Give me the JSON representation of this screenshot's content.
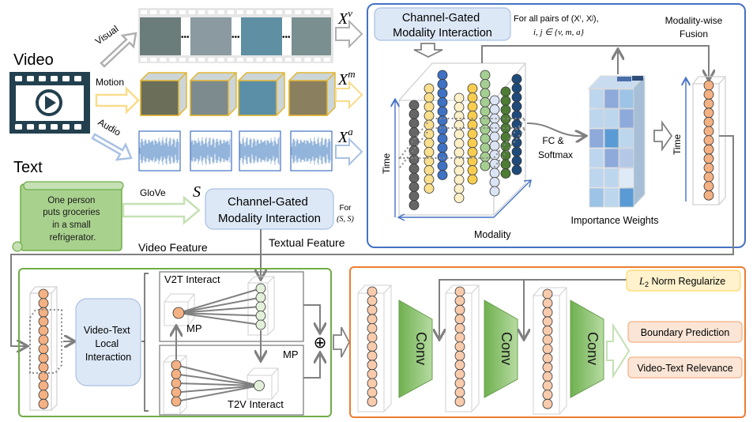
{
  "input": {
    "video_label": "Video",
    "text_label": "Text",
    "branch_visual": "Visual",
    "branch_motion": "Motion",
    "branch_audio": "Audio",
    "xv_base": "X",
    "xv_sup": "v",
    "xm_base": "X",
    "xm_sup": "m",
    "xa_base": "X",
    "xa_sup": "a",
    "query_sentence": [
      "One person",
      "puts groceries",
      "in a small",
      "refrigerator."
    ],
    "glove_label": "GloVe",
    "s_label": "S"
  },
  "video_module": {
    "cgmi_line1": "Channel-Gated",
    "cgmi_line2": "Modality Interaction",
    "pairs_line1": "For all pairs of (Xⁱ, Xʲ),",
    "pairs_line2": "i, j ∈ {v, m, a}",
    "time_axis": "Time",
    "modality_axis": "Modality",
    "fc_line1": "FC &",
    "fc_line2": "Softmax",
    "importance_label": "Importance Weights",
    "fusion_line1": "Modality-wise",
    "fusion_line2": "Fusion",
    "time_axis_2": "Time",
    "modality_colors": [
      "#666666",
      "#f9df8e",
      "#3f72c4",
      "#fdf0c8",
      "#f7cd4f",
      "#a5cf91",
      "#dbe4f4",
      "#4d7c34",
      "#1f4b7a"
    ]
  },
  "text_module": {
    "cgmi_line1": "Channel-Gated",
    "cgmi_line2": "Modality Interaction",
    "for_label": "For",
    "ss_label": "(S, S)",
    "video_feature_label": "Video Feature",
    "textual_feature_label": "Textual Feature"
  },
  "local_interaction": {
    "block_line1": "Video-Text",
    "block_line2": "Local",
    "block_line3": "Interaction",
    "v2t_label": "V2T Interact",
    "t2v_label": "T2V Interact",
    "mp_top": "MP",
    "mp_bottom": "MP",
    "sum_symbol": "⊕"
  },
  "prediction": {
    "conv_labels": [
      "Conv",
      "Conv",
      "Conv"
    ],
    "l2_base": "L",
    "l2_sub": "2",
    "l2_text": " Norm Regularize",
    "boundary_label": "Boundary Prediction",
    "relevance_label": "Video-Text Relevance"
  },
  "colors": {
    "video_panel_border": "#4472c4",
    "local_panel_border": "#70ad47",
    "pred_panel_border": "#ed7d31",
    "cgmi_fill": "#dde8f6",
    "orange_node": "#f4b183",
    "pale_orange_node": "#f8cbad",
    "green_node": "#e2f0d9",
    "conv_fill": "#8dc26f",
    "film_dark": "#23404f",
    "arrow_gray": "#808080"
  }
}
